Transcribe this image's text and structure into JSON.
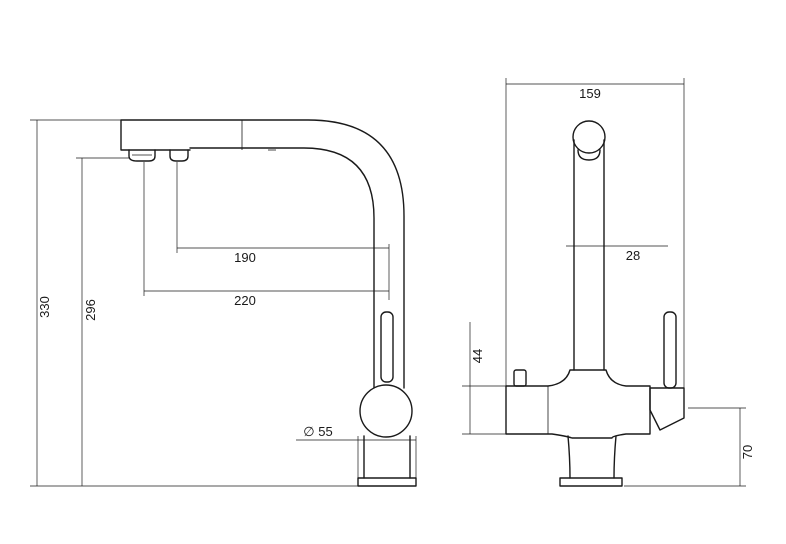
{
  "drawing": {
    "side_view": {
      "dim_total_height": "330",
      "dim_spout_height": "296",
      "dim_reach_inner": "190",
      "dim_reach_outer": "220",
      "dim_base_diameter": "∅ 55"
    },
    "front_view": {
      "dim_width": "159",
      "dim_spout_diameter": "28",
      "dim_body_height": "44",
      "dim_lever_height": "70"
    }
  }
}
